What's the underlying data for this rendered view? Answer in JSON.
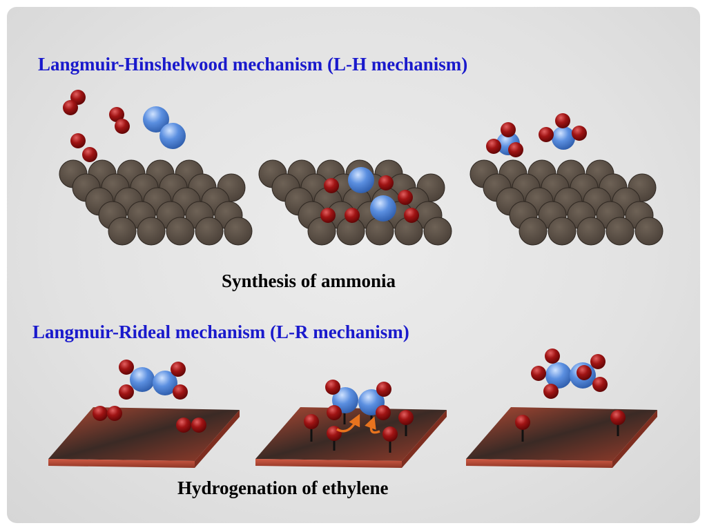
{
  "titles": {
    "lh": "Langmuir-Hinshelwood mechanism (L-H mechanism)",
    "lr": "Langmuir-Rideal mechanism (L-R mechanism)"
  },
  "captions": {
    "ammonia": "Synthesis of ammonia",
    "ethylene": "Hydrogenation of ethylene"
  },
  "colors": {
    "background": "#e6e6e6",
    "heading_blue": "#1a1acc",
    "catalyst_atom": "#5a4f45",
    "hydrogen_atom": "#8b0a0a",
    "nitrogen_carbon_atom": "#4f86d8",
    "plate_top": "#a8452f",
    "plate_edge": "#c0503c",
    "arrow": "#e8731e"
  }
}
